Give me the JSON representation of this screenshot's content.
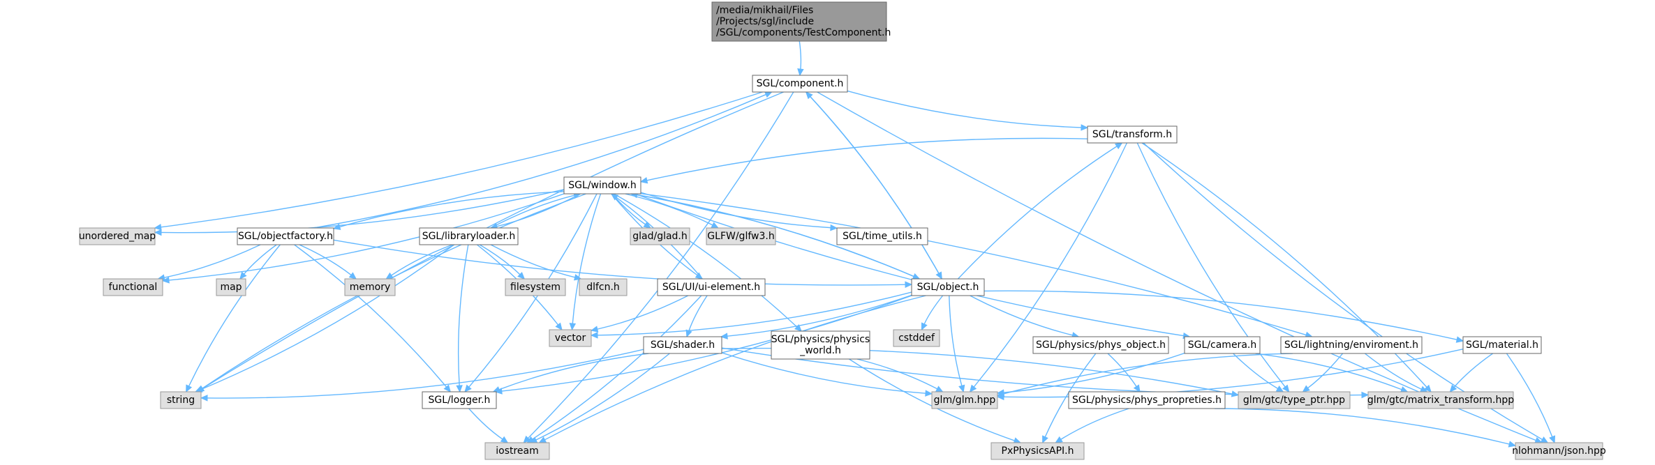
{
  "colors": {
    "edge": "#63b8ff",
    "root_fill": "#999999",
    "root_stroke": "#666666",
    "node_fill": "#ffffff",
    "node_stroke": "#666666",
    "external_fill": "#e0e0e0",
    "external_stroke": "#999999",
    "text": "#000000"
  },
  "nodes": [
    {
      "id": "root",
      "kind": "root",
      "label_lines": [
        "/media/mikhail/Files",
        "/Projects/sgl/include",
        "/SGL/components/TestComponent.h"
      ]
    },
    {
      "id": "component",
      "kind": "project",
      "label_lines": [
        "SGL/component.h"
      ]
    },
    {
      "id": "transform",
      "kind": "project",
      "label_lines": [
        "SGL/transform.h"
      ]
    },
    {
      "id": "window",
      "kind": "project",
      "label_lines": [
        "SGL/window.h"
      ]
    },
    {
      "id": "unordered_map",
      "kind": "external",
      "label_lines": [
        "unordered_map"
      ]
    },
    {
      "id": "objectfactory",
      "kind": "project",
      "label_lines": [
        "SGL/objectfactory.h"
      ]
    },
    {
      "id": "libraryloader",
      "kind": "project",
      "label_lines": [
        "SGL/libraryloader.h"
      ]
    },
    {
      "id": "glad",
      "kind": "external",
      "label_lines": [
        "glad/glad.h"
      ]
    },
    {
      "id": "glfw",
      "kind": "external",
      "label_lines": [
        "GLFW/glfw3.h"
      ]
    },
    {
      "id": "time_utils",
      "kind": "project",
      "label_lines": [
        "SGL/time_utils.h"
      ]
    },
    {
      "id": "functional",
      "kind": "external",
      "label_lines": [
        "functional"
      ]
    },
    {
      "id": "map",
      "kind": "external",
      "label_lines": [
        "map"
      ]
    },
    {
      "id": "memory",
      "kind": "external",
      "label_lines": [
        "memory"
      ]
    },
    {
      "id": "filesystem",
      "kind": "external",
      "label_lines": [
        "filesystem"
      ]
    },
    {
      "id": "dlfcn",
      "kind": "external",
      "label_lines": [
        "dlfcn.h"
      ]
    },
    {
      "id": "ui_element",
      "kind": "project",
      "label_lines": [
        "SGL/UI/ui-element.h"
      ]
    },
    {
      "id": "object",
      "kind": "project",
      "label_lines": [
        "SGL/object.h"
      ]
    },
    {
      "id": "vector",
      "kind": "external",
      "label_lines": [
        "vector"
      ]
    },
    {
      "id": "cstddef",
      "kind": "external",
      "label_lines": [
        "cstddef"
      ]
    },
    {
      "id": "shader",
      "kind": "project",
      "label_lines": [
        "SGL/shader.h"
      ]
    },
    {
      "id": "physics_world",
      "kind": "project",
      "label_lines": [
        "SGL/physics/physics",
        "_world.h"
      ]
    },
    {
      "id": "phys_object",
      "kind": "project",
      "label_lines": [
        "SGL/physics/phys_object.h"
      ]
    },
    {
      "id": "camera",
      "kind": "project",
      "label_lines": [
        "SGL/camera.h"
      ]
    },
    {
      "id": "enviroment",
      "kind": "project",
      "label_lines": [
        "SGL/lightning/enviroment.h"
      ]
    },
    {
      "id": "material",
      "kind": "project",
      "label_lines": [
        "SGL/material.h"
      ]
    },
    {
      "id": "string",
      "kind": "external",
      "label_lines": [
        "string"
      ]
    },
    {
      "id": "logger",
      "kind": "project",
      "label_lines": [
        "SGL/logger.h"
      ]
    },
    {
      "id": "glm",
      "kind": "external",
      "label_lines": [
        "glm/glm.hpp"
      ]
    },
    {
      "id": "phys_propreties",
      "kind": "project",
      "label_lines": [
        "SGL/physics/phys_propreties.h"
      ]
    },
    {
      "id": "type_ptr",
      "kind": "external",
      "label_lines": [
        "glm/gtc/type_ptr.hpp"
      ]
    },
    {
      "id": "matrix_transform",
      "kind": "external",
      "label_lines": [
        "glm/gtc/matrix_transform.hpp"
      ]
    },
    {
      "id": "iostream",
      "kind": "external",
      "label_lines": [
        "iostream"
      ]
    },
    {
      "id": "physx",
      "kind": "external",
      "label_lines": [
        "PxPhysicsAPI.h"
      ]
    },
    {
      "id": "json",
      "kind": "external",
      "label_lines": [
        "nlohmann/json.hpp"
      ]
    }
  ],
  "edges": [
    {
      "from": "root",
      "to": "component"
    },
    {
      "from": "component",
      "to": "transform"
    },
    {
      "from": "component",
      "to": "unordered_map"
    },
    {
      "from": "component",
      "to": "string"
    },
    {
      "from": "component",
      "to": "iostream"
    },
    {
      "from": "component",
      "to": "json"
    },
    {
      "from": "component",
      "to": "object"
    },
    {
      "from": "transform",
      "to": "window"
    },
    {
      "from": "transform",
      "to": "glm"
    },
    {
      "from": "transform",
      "to": "type_ptr"
    },
    {
      "from": "transform",
      "to": "matrix_transform"
    },
    {
      "from": "transform",
      "to": "json"
    },
    {
      "from": "window",
      "to": "unordered_map"
    },
    {
      "from": "window",
      "to": "objectfactory"
    },
    {
      "from": "window",
      "to": "libraryloader"
    },
    {
      "from": "window",
      "to": "glad"
    },
    {
      "from": "window",
      "to": "glfw"
    },
    {
      "from": "window",
      "to": "time_utils"
    },
    {
      "from": "window",
      "to": "functional"
    },
    {
      "from": "window",
      "to": "string"
    },
    {
      "from": "window",
      "to": "logger"
    },
    {
      "from": "window",
      "to": "ui_element"
    },
    {
      "from": "window",
      "to": "object"
    },
    {
      "from": "window",
      "to": "vector"
    },
    {
      "from": "window",
      "to": "physics_world"
    },
    {
      "from": "window",
      "to": "camera"
    },
    {
      "from": "window",
      "to": "enviroment"
    },
    {
      "from": "objectfactory",
      "to": "component"
    },
    {
      "from": "objectfactory",
      "to": "functional"
    },
    {
      "from": "objectfactory",
      "to": "map"
    },
    {
      "from": "objectfactory",
      "to": "memory"
    },
    {
      "from": "objectfactory",
      "to": "string"
    },
    {
      "from": "objectfactory",
      "to": "logger"
    },
    {
      "from": "objectfactory",
      "to": "object"
    },
    {
      "from": "libraryloader",
      "to": "window"
    },
    {
      "from": "libraryloader",
      "to": "memory"
    },
    {
      "from": "libraryloader",
      "to": "filesystem"
    },
    {
      "from": "libraryloader",
      "to": "dlfcn"
    },
    {
      "from": "libraryloader",
      "to": "string"
    },
    {
      "from": "libraryloader",
      "to": "logger"
    },
    {
      "from": "libraryloader",
      "to": "vector"
    },
    {
      "from": "ui_element",
      "to": "window"
    },
    {
      "from": "ui_element",
      "to": "vector"
    },
    {
      "from": "ui_element",
      "to": "shader"
    },
    {
      "from": "ui_element",
      "to": "iostream"
    },
    {
      "from": "object",
      "to": "component"
    },
    {
      "from": "object",
      "to": "transform"
    },
    {
      "from": "object",
      "to": "window"
    },
    {
      "from": "object",
      "to": "vector"
    },
    {
      "from": "object",
      "to": "cstddef"
    },
    {
      "from": "object",
      "to": "shader"
    },
    {
      "from": "object",
      "to": "phys_object"
    },
    {
      "from": "object",
      "to": "material"
    },
    {
      "from": "object",
      "to": "glm"
    },
    {
      "from": "object",
      "to": "logger"
    },
    {
      "from": "object",
      "to": "iostream"
    },
    {
      "from": "shader",
      "to": "string"
    },
    {
      "from": "shader",
      "to": "logger"
    },
    {
      "from": "shader",
      "to": "iostream"
    },
    {
      "from": "shader",
      "to": "glm"
    },
    {
      "from": "shader",
      "to": "type_ptr"
    },
    {
      "from": "shader",
      "to": "matrix_transform"
    },
    {
      "from": "physics_world",
      "to": "glm"
    },
    {
      "from": "physics_world",
      "to": "physx"
    },
    {
      "from": "phys_object",
      "to": "phys_propreties"
    },
    {
      "from": "phys_object",
      "to": "physx"
    },
    {
      "from": "camera",
      "to": "glm"
    },
    {
      "from": "camera",
      "to": "type_ptr"
    },
    {
      "from": "camera",
      "to": "matrix_transform"
    },
    {
      "from": "enviroment",
      "to": "glm"
    },
    {
      "from": "enviroment",
      "to": "type_ptr"
    },
    {
      "from": "enviroment",
      "to": "matrix_transform"
    },
    {
      "from": "material",
      "to": "glm"
    },
    {
      "from": "material",
      "to": "matrix_transform"
    },
    {
      "from": "material",
      "to": "json"
    },
    {
      "from": "phys_propreties",
      "to": "physx"
    },
    {
      "from": "phys_propreties",
      "to": "json"
    },
    {
      "from": "logger",
      "to": "iostream"
    }
  ]
}
